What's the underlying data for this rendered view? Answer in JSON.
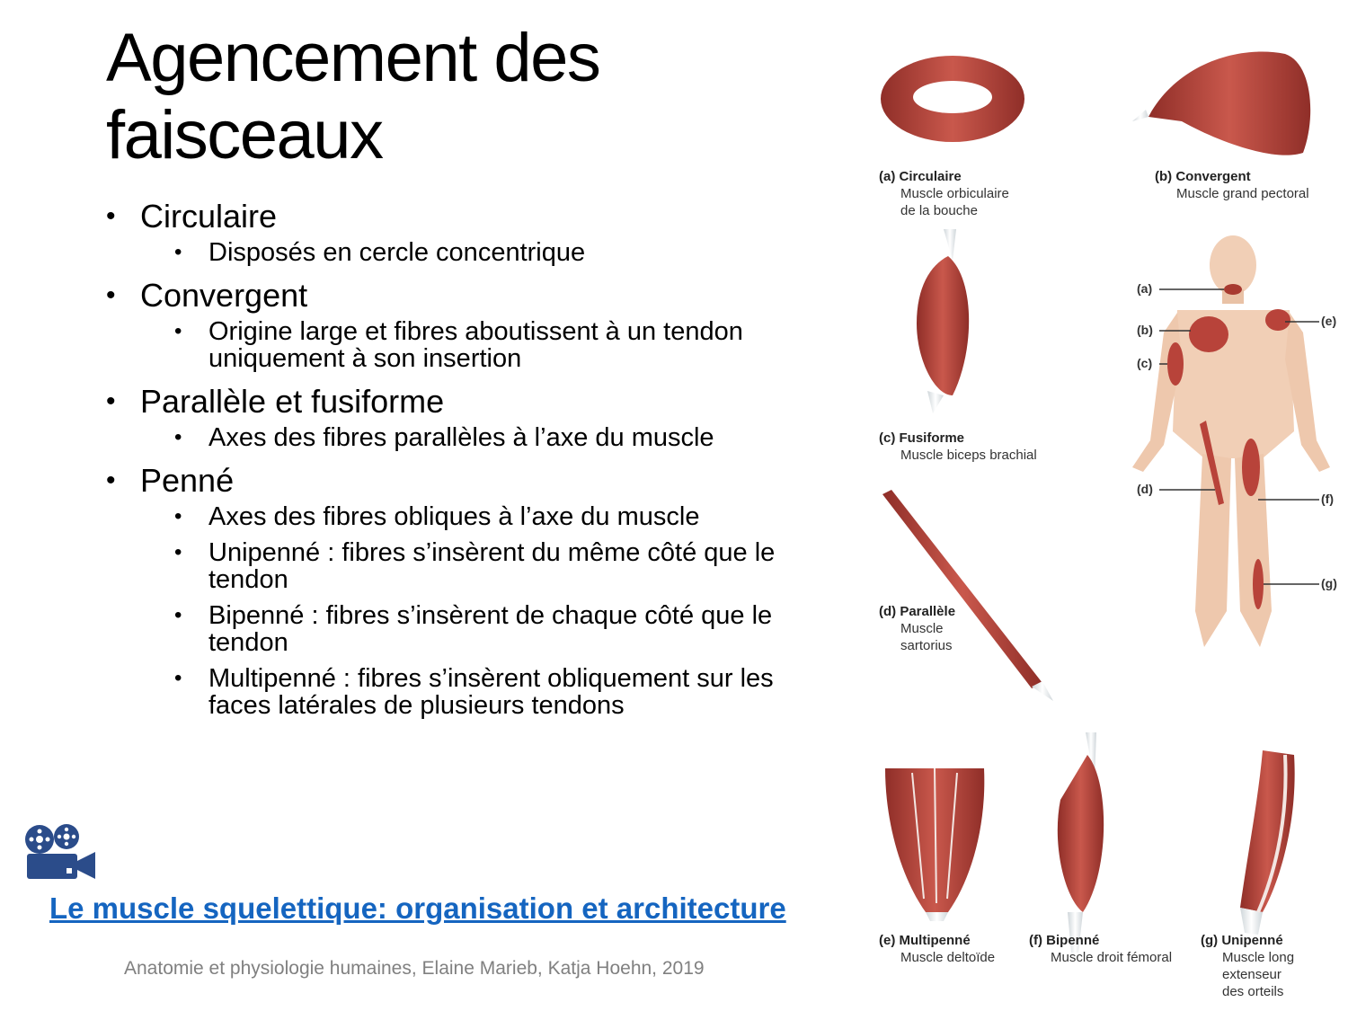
{
  "title": "Agencement des faisceaux",
  "bullets": [
    {
      "label": "Circulaire",
      "sub": [
        "Disposés en cercle concentrique"
      ]
    },
    {
      "label": "Convergent",
      "sub": [
        "Origine large et fibres aboutissent à un tendon uniquement à son insertion"
      ]
    },
    {
      "label": "Parallèle et fusiforme",
      "sub": [
        "Axes des fibres parallèles à l’axe du muscle"
      ]
    },
    {
      "label": "Penné",
      "sub": [
        "Axes des fibres obliques à l’axe du muscle",
        "Unipenné : fibres s’insèrent du même côté que le tendon",
        "Bipenné : fibres s’insèrent de chaque côté que le tendon",
        "Multipenné : fibres s’insèrent obliquement sur les faces latérales de plusieurs tendons"
      ]
    }
  ],
  "video_link": {
    "label": "Le muscle squelettique: organisation et architecture",
    "icon": "video-camera-icon",
    "color": "#1565c0"
  },
  "citation": "Anatomie et physiologie humaines, Elaine Marieb, Katja Hoehn, 2019",
  "figure": {
    "captions": {
      "a": {
        "label": "(a) Circulaire",
        "desc1": "Muscle orbiculaire",
        "desc2": "de la bouche"
      },
      "b": {
        "label": "(b) Convergent",
        "desc1": "Muscle grand pectoral"
      },
      "c": {
        "label": "(c) Fusiforme",
        "desc1": "Muscle biceps brachial"
      },
      "d": {
        "label": "(d) Parallèle",
        "desc1": "Muscle",
        "desc2": "sartorius"
      },
      "e": {
        "label": "(e) Multipenné",
        "desc1": "Muscle deltoïde"
      },
      "f": {
        "label": "(f) Bipenné",
        "desc1": "Muscle droit fémoral"
      },
      "g": {
        "label": "(g) Unipenné",
        "desc1": "Muscle long",
        "desc2": "extenseur",
        "desc3": "des orteils"
      }
    },
    "body_labels": {
      "a": "(a)",
      "b": "(b)",
      "c": "(c)",
      "d": "(d)",
      "e": "(e)",
      "f": "(f)",
      "g": "(g)"
    },
    "muscle_color": "#b8433a",
    "skin_color": "#f1cfb6"
  }
}
